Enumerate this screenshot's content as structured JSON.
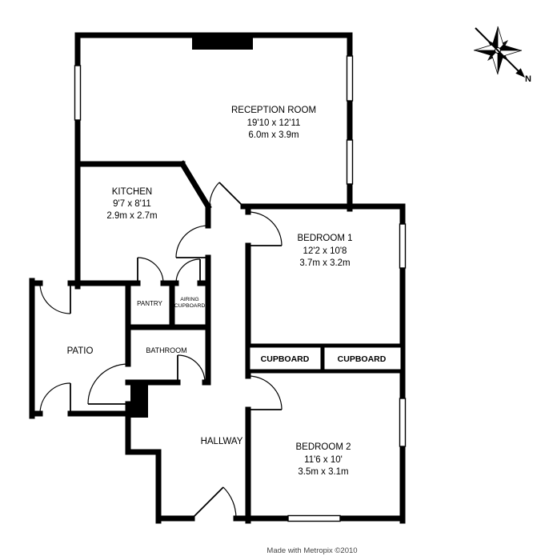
{
  "rooms": {
    "reception": {
      "name": "RECEPTION ROOM",
      "imperial": "19'10 x 12'11",
      "metric": "6.0m x 3.9m"
    },
    "kitchen": {
      "name": "KITCHEN",
      "imperial": "9'7 x 8'11",
      "metric": "2.9m x 2.7m"
    },
    "bedroom1": {
      "name": "BEDROOM 1",
      "imperial": "12'2 x 10'8",
      "metric": "3.7m x 3.2m"
    },
    "bedroom2": {
      "name": "BEDROOM 2",
      "imperial": "11'6 x 10'",
      "metric": "3.5m x 3.1m"
    },
    "patio": {
      "name": "PATIO"
    },
    "bathroom": {
      "name": "BATHROOM"
    },
    "hallway": {
      "name": "HALLWAY"
    },
    "pantry": {
      "name": "PANTRY"
    },
    "airing_cupboard": {
      "line1": "AIRING",
      "line2": "CUPBOARD"
    },
    "cupboard_left": {
      "name": "CUPBOARD"
    },
    "cupboard_right": {
      "name": "CUPBOARD"
    }
  },
  "compass": {
    "north_label": "N"
  },
  "footer": {
    "credit": "Made with Metropix ©2010"
  },
  "colors": {
    "wall": "#000000",
    "background": "#ffffff"
  }
}
